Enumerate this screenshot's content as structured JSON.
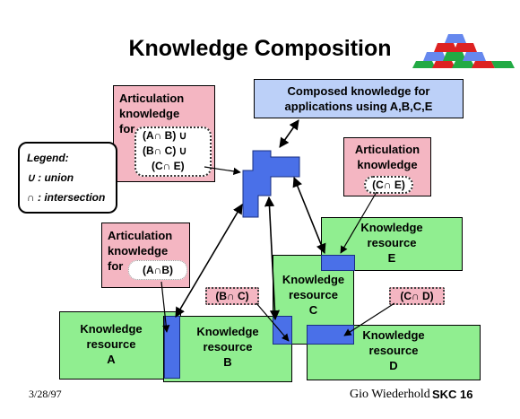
{
  "title": "Knowledge Composition",
  "composed": {
    "line1": "Composed knowledge for",
    "line2": "applications using A,B,C,E"
  },
  "legend": {
    "title": "Legend:",
    "union": "∪ : union",
    "intersection": "∩ : intersection"
  },
  "articulation_abe": {
    "l1": "Articulation",
    "l2": "knowledge",
    "l3": "for",
    "e1": "(A∩ B) ∪",
    "e2": "(B∩ C) ∪",
    "e3": "(C∩ E)"
  },
  "articulation_ce": {
    "l1": "Articulation",
    "l2": "knowledge",
    "expr": "(C∩ E)"
  },
  "articulation_ab": {
    "l1": "Articulation",
    "l2": "knowledge",
    "l3": "for",
    "expr": "(A∩B)"
  },
  "expr_bc": "(B∩ C)",
  "expr_cd": "(C∩ D)",
  "resources": {
    "A": {
      "l1": "Knowledge",
      "l2": "resource",
      "l3": "A"
    },
    "B": {
      "l1": "Knowledge",
      "l2": "resource",
      "l3": "B"
    },
    "C": {
      "l1": "Knowledge",
      "l2": "resource",
      "l3": "C"
    },
    "D": {
      "l1": "Knowledge",
      "l2": "resource",
      "l3": "D"
    },
    "E": {
      "l1": "Knowledge",
      "l2": "resource",
      "l3": "E"
    }
  },
  "footer": {
    "date": "3/28/97",
    "author": "Gio Wiederhold",
    "code": "SKC 16"
  },
  "colors": {
    "resource": "#90ee90",
    "articulation": "#f4b6c2",
    "composed": "#bcd0f8",
    "overlap": "#4a70e8"
  }
}
